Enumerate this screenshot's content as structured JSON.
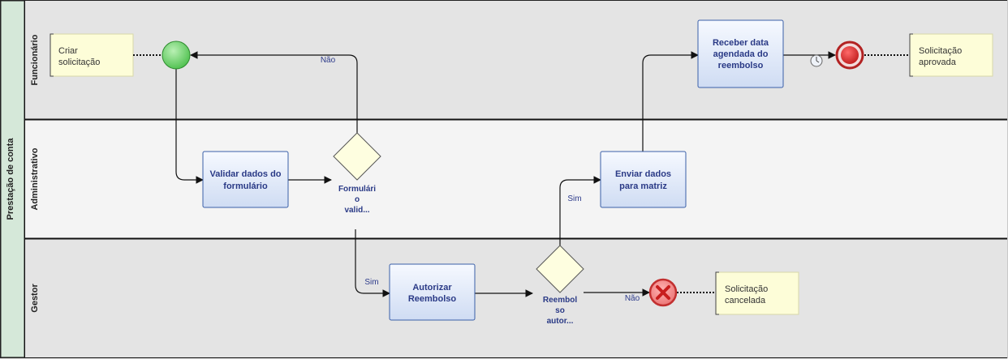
{
  "pool": {
    "label": "Prestação de conta"
  },
  "lanes": [
    {
      "label": "Funcionário"
    },
    {
      "label": "Administrativo"
    },
    {
      "label": "Gestor"
    }
  ],
  "tasks": {
    "validar": [
      "Validar dados do",
      "formulário"
    ],
    "autorizar": [
      "Autorizar",
      "Reembolso"
    ],
    "enviar": [
      "Enviar dados",
      "para matriz"
    ],
    "receber": [
      "Receber data",
      "agendada do",
      "reembolso"
    ]
  },
  "gateways": {
    "formulario": [
      "Formulári",
      "o",
      "valid..."
    ],
    "reembolso": [
      "Reembol",
      "so",
      "autor..."
    ]
  },
  "annotations": {
    "criar": [
      "Criar",
      "solicitação"
    ],
    "aprovada": [
      "Solicitação",
      "aprovada"
    ],
    "cancelada": [
      "Solicitação",
      "cancelada"
    ]
  },
  "flow_labels": {
    "nao_top": "Não",
    "sim_formulario": "Sim",
    "sim_reembolso": "Sim",
    "nao_bottom": "Não"
  },
  "colors": {
    "lane_bg": "#e4e4e4",
    "lane_bg_alt": "#f4f4f4",
    "pool_header": "#d5e8d9",
    "task_fill": "#dbe8f8",
    "task_stroke": "#3a5fa8",
    "task_text": "#2a3a86",
    "gateway_fill": "#fefee0",
    "annotation_fill": "#fdfdd8",
    "start_event": "#7ed67e",
    "end_event": "#d43a3a",
    "flow_label_text": "#2c3a8a"
  }
}
